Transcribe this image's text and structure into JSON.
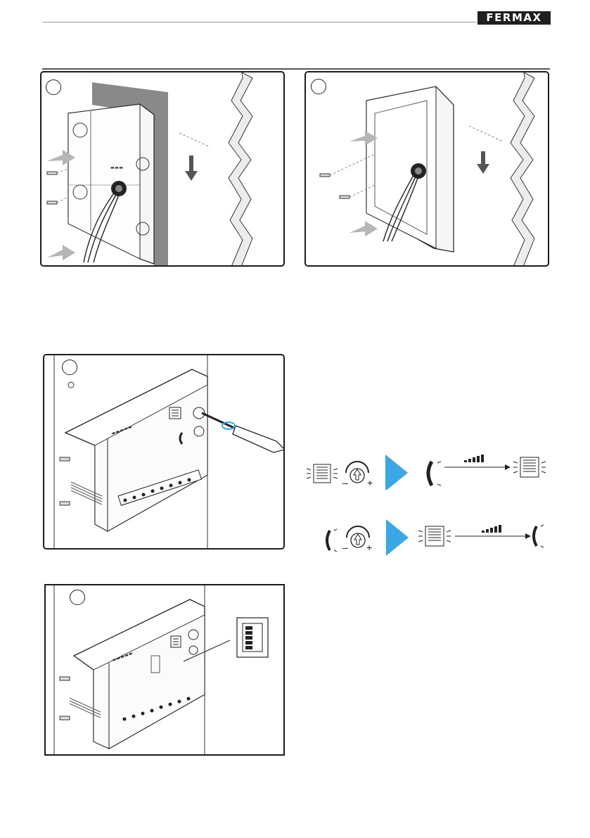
{
  "header": {
    "brand": "FERMAX"
  },
  "panels": [
    {
      "id": "surface-box-mount",
      "step_label": ""
    },
    {
      "id": "housing-mount",
      "step_label": ""
    },
    {
      "id": "volume-adjust",
      "step_label": ""
    },
    {
      "id": "dip-switch",
      "step_label": ""
    }
  ],
  "volume_diagrams": {
    "row1": {
      "knob_minus": "–",
      "knob_plus": "+"
    },
    "row2": {
      "knob_minus": "–",
      "knob_plus": "+"
    }
  },
  "colors": {
    "accent_arrow": "#3aa8e6",
    "ink": "#1c1c1c",
    "frame": "#1c1c1c"
  },
  "icons": [
    "speaker-grille-icon",
    "knob-icon",
    "handset-icon",
    "volume-bars-icon",
    "screwdriver-icon",
    "dip-switch-icon"
  ]
}
